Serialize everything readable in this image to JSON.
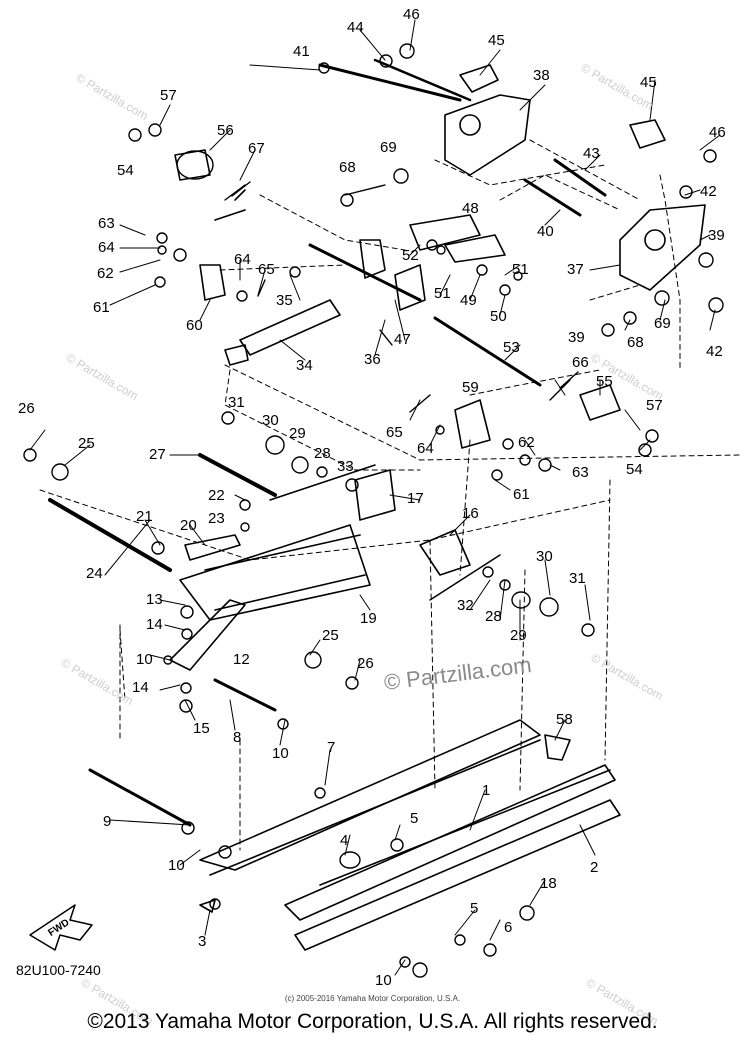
{
  "document_number": "82U100-7240",
  "small_copyright": "(c) 2005-2016 Yamaha Motor Corporation, U.S.A.",
  "footer": "©2013 Yamaha Motor Corporation, U.S.A. All rights reserved.",
  "watermark_text": "© Partzilla.com",
  "brand_watermark": "© Partzilla.com",
  "fwd_label": "FWD",
  "callouts": [
    "1",
    "2",
    "3",
    "4",
    "5",
    "5",
    "6",
    "7",
    "8",
    "9",
    "10",
    "10",
    "10",
    "10",
    "12",
    "13",
    "14",
    "14",
    "15",
    "16",
    "17",
    "18",
    "19",
    "20",
    "21",
    "22",
    "23",
    "24",
    "25",
    "25",
    "26",
    "26",
    "27",
    "28",
    "28",
    "29",
    "29",
    "30",
    "30",
    "31",
    "31",
    "32",
    "33",
    "34",
    "35",
    "36",
    "37",
    "38",
    "39",
    "39",
    "40",
    "41",
    "42",
    "42",
    "43",
    "44",
    "45",
    "45",
    "46",
    "46",
    "47",
    "48",
    "49",
    "50",
    "51",
    "51",
    "52",
    "53",
    "54",
    "54",
    "55",
    "56",
    "57",
    "57",
    "58",
    "59",
    "60",
    "61",
    "61",
    "62",
    "62",
    "63",
    "63",
    "64",
    "64",
    "64",
    "65",
    "65",
    "66",
    "67",
    "68",
    "68",
    "69",
    "69"
  ]
}
